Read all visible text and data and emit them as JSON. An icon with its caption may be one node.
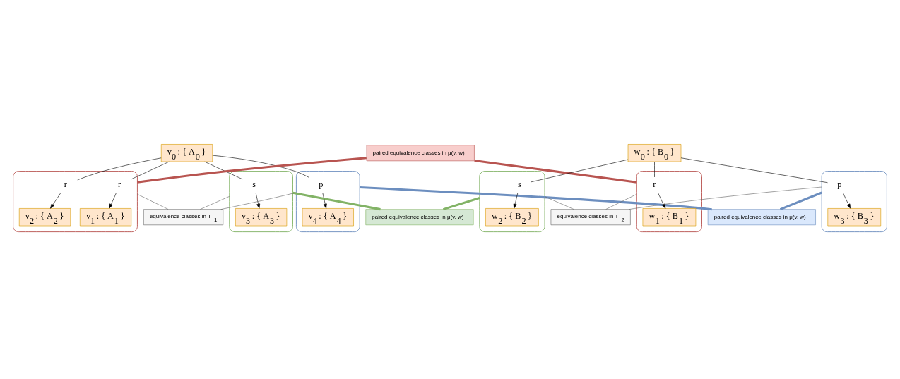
{
  "diagram": {
    "nodes": [
      {
        "text": [
          "v$_{0}$ : { A$_{0}$ }"
        ]
      },
      {
        "text": [
          "paired equivalence classes in μ(v, w)"
        ]
      },
      {
        "text": [
          "w$_{0}$ : { B$_{0}$ }"
        ]
      },
      {
        "text": [],
        "shape": "box"
      },
      {
        "text": [
          "r"
        ],
        "in": 3
      },
      {
        "text": [
          "r"
        ],
        "in": 3
      },
      {
        "text": [
          "v$_{1}$ : { A$_{1}$ }"
        ],
        "in": 3
      },
      {
        "text": [
          "v$_{2}$ : { A$_{2}$ }"
        ],
        "in": 3
      },
      {
        "text": [],
        "shape": "box"
      },
      {
        "text": [
          "s"
        ],
        "in": 8
      },
      {
        "text": [
          "v$_{3}$ : { A$_{3}$ }"
        ],
        "in": 8
      },
      {
        "text": [],
        "shape": "box"
      },
      {
        "text": [
          "p"
        ],
        "in": 11
      },
      {
        "text": [
          "v$_{4}$ : { A$_{4}$ }"
        ],
        "in": 11
      },
      {
        "text": [],
        "shape": "box"
      },
      {
        "text": [
          "r"
        ],
        "in": 14
      },
      {
        "text": [
          "w$_{1}$ : { B$_{1}$ }"
        ],
        "in": 14
      },
      {
        "text": [],
        "shape": "box"
      },
      {
        "text": [
          "s"
        ],
        "in": 17
      },
      {
        "text": [
          "w$_{2}$ : { B$_{2}$ }"
        ],
        "in": 17
      },
      {
        "text": [],
        "shape": "box"
      },
      {
        "text": [
          "p"
        ],
        "in": 20
      },
      {
        "text": [
          "w$_{3}$ : { B$_{3}$ }"
        ],
        "in": 20
      },
      {
        "text": [
          "equivalence classes in T$_{1}$"
        ]
      },
      {
        "text": [
          "equivalence classes in T$_{2}$"
        ]
      },
      {
        "text": [
          "paired equivalence classes in μ(v, w)"
        ]
      },
      {
        "text": [
          "paired equivalence classes in μ(v, w)"
        ]
      }
    ],
    "edges": [
      {
        "from": 0,
        "to": 4,
        "arrow": "none"
      },
      {
        "from": 0,
        "to": 5,
        "arrow": "none"
      },
      {
        "from": 0,
        "to": 9,
        "arrow": "none"
      },
      {
        "from": 0,
        "to": 12,
        "arrow": "none"
      },
      {
        "from": 2,
        "to": 15,
        "arrow": "none"
      },
      {
        "from": 2,
        "to": 18,
        "arrow": "none"
      },
      {
        "from": 2,
        "to": 21,
        "arrow": "none"
      },
      {
        "from": 4,
        "to": 6,
        "arrow": "to"
      },
      {
        "from": 5,
        "to": 7,
        "arrow": "to"
      },
      {
        "from": 9,
        "to": 10,
        "arrow": "to"
      },
      {
        "from": 12,
        "to": 13,
        "arrow": "to"
      },
      {
        "from": 15,
        "to": 16,
        "arrow": "to"
      },
      {
        "from": 18,
        "to": 19,
        "arrow": "to"
      },
      {
        "from": 21,
        "to": 22,
        "arrow": "to"
      },
      {
        "from": 1,
        "to": 3,
        "arrow": "none",
        "style": "thick",
        "color": "#b85450"
      },
      {
        "from": 1,
        "to": 14,
        "arrow": "none",
        "style": "thick",
        "color": "#b85450"
      },
      {
        "from": 3,
        "to": 23,
        "arrow": "none",
        "color": "#666666"
      },
      {
        "from": 8,
        "to": 23,
        "arrow": "none",
        "color": "#666666"
      },
      {
        "from": 11,
        "to": 23,
        "arrow": "none",
        "color": "#666666"
      },
      {
        "from": 14,
        "to": 24,
        "arrow": "none",
        "color": "#666666"
      },
      {
        "from": 17,
        "to": 24,
        "arrow": "none",
        "color": "#666666"
      },
      {
        "from": 20,
        "to": 24,
        "arrow": "none",
        "color": "#666666"
      },
      {
        "from": 8,
        "to": 25,
        "arrow": "none",
        "style": "thick",
        "color": "#82b366"
      },
      {
        "from": 17,
        "to": 25,
        "arrow": "none",
        "style": "thick",
        "color": "#82b366"
      },
      {
        "from": 11,
        "to": 26,
        "arrow": "none",
        "style": "thick",
        "color": "#6c8ebf"
      },
      {
        "from": 20,
        "to": 26,
        "arrow": "none",
        "style": "thick",
        "color": "#6c8ebf"
      }
    ]
  }
}
